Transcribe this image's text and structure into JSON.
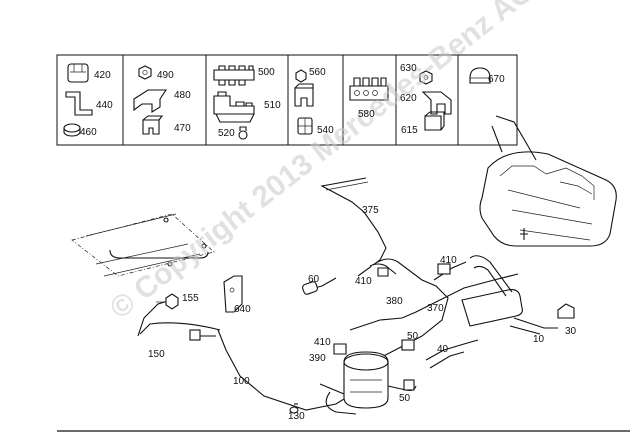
{
  "diagram": {
    "watermark": "© Copyright 2013 Mercedes-Benz AG",
    "legend_labels": [
      "420",
      "440",
      "460",
      "490",
      "480",
      "470",
      "500",
      "510",
      "520",
      "560",
      "540",
      "580",
      "630",
      "620",
      "615",
      "670"
    ],
    "main_labels": [
      "375",
      "410",
      "410",
      "60",
      "380",
      "370",
      "155",
      "640",
      "30",
      "10",
      "410",
      "390",
      "50",
      "50",
      "40",
      "150",
      "100",
      "130"
    ]
  }
}
